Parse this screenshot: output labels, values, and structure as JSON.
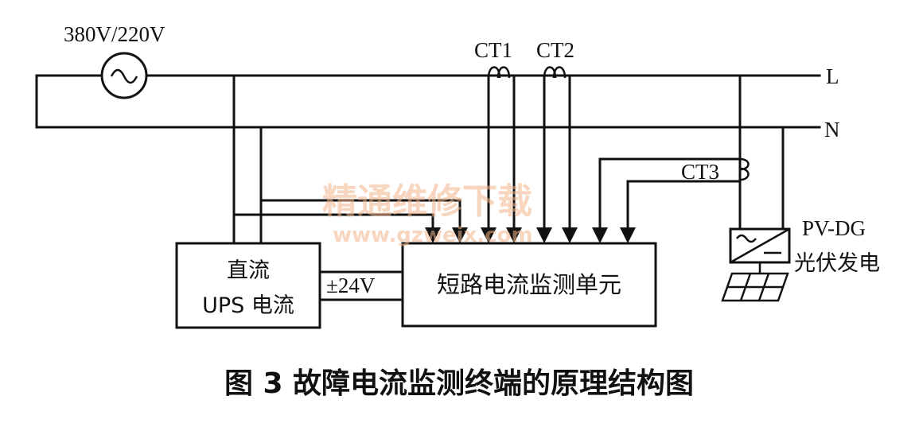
{
  "source": {
    "label": "380V/220V"
  },
  "ct_labels": [
    "CT1",
    "CT2",
    "CT3"
  ],
  "lines": {
    "live": "L",
    "neutral": "N"
  },
  "ups": {
    "line1": "直流",
    "line2": "UPS 电流"
  },
  "supply": {
    "label": "±24V"
  },
  "monitor": {
    "label": "短路电流监测单元"
  },
  "pv": {
    "line1": "PV-DG",
    "line2": "光伏发电"
  },
  "watermark": {
    "line1": "精通维修下载",
    "line2": "www.gzweix.com"
  },
  "caption": "图 3  故障电流监测终端的原理结构图"
}
